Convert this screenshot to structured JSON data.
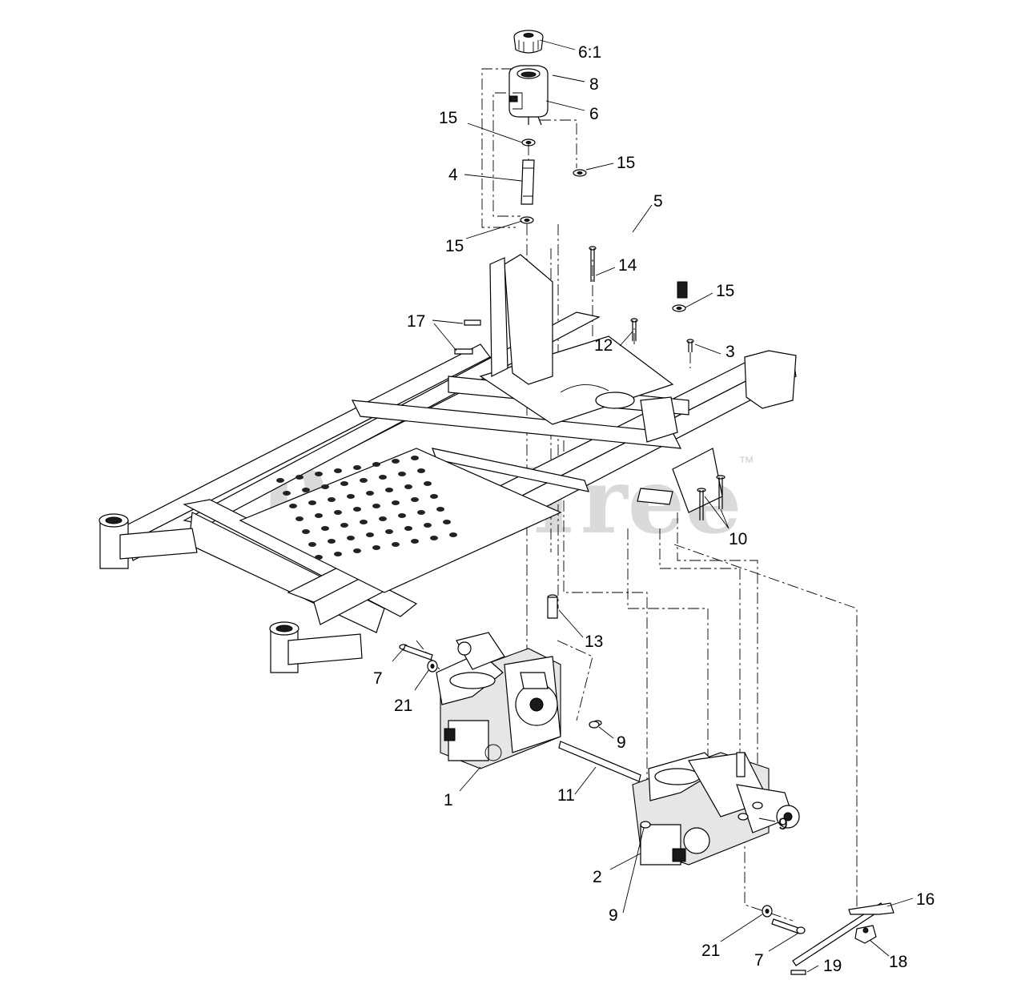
{
  "watermark": {
    "text": "PartsTree",
    "trademark": "™"
  },
  "callouts": [
    {
      "id": "c-6-1",
      "label": "6:1"
    },
    {
      "id": "c-8",
      "label": "8"
    },
    {
      "id": "c-6",
      "label": "6"
    },
    {
      "id": "c-15-a",
      "label": "15"
    },
    {
      "id": "c-15-b",
      "label": "15"
    },
    {
      "id": "c-4",
      "label": "4"
    },
    {
      "id": "c-5",
      "label": "5"
    },
    {
      "id": "c-15-c",
      "label": "15"
    },
    {
      "id": "c-14",
      "label": "14"
    },
    {
      "id": "c-15-d",
      "label": "15"
    },
    {
      "id": "c-17",
      "label": "17"
    },
    {
      "id": "c-12",
      "label": "12"
    },
    {
      "id": "c-3",
      "label": "3"
    },
    {
      "id": "c-10",
      "label": "10"
    },
    {
      "id": "c-13",
      "label": "13"
    },
    {
      "id": "c-7-a",
      "label": "7"
    },
    {
      "id": "c-21-a",
      "label": "21"
    },
    {
      "id": "c-9-a",
      "label": "9"
    },
    {
      "id": "c-1",
      "label": "1"
    },
    {
      "id": "c-11",
      "label": "11"
    },
    {
      "id": "c-2",
      "label": "2"
    },
    {
      "id": "c-9-b",
      "label": "9"
    },
    {
      "id": "c-9-c",
      "label": "9"
    },
    {
      "id": "c-16",
      "label": "16"
    },
    {
      "id": "c-21-b",
      "label": "21"
    },
    {
      "id": "c-7-b",
      "label": "7"
    },
    {
      "id": "c-18",
      "label": "18"
    },
    {
      "id": "c-19",
      "label": "19"
    }
  ]
}
